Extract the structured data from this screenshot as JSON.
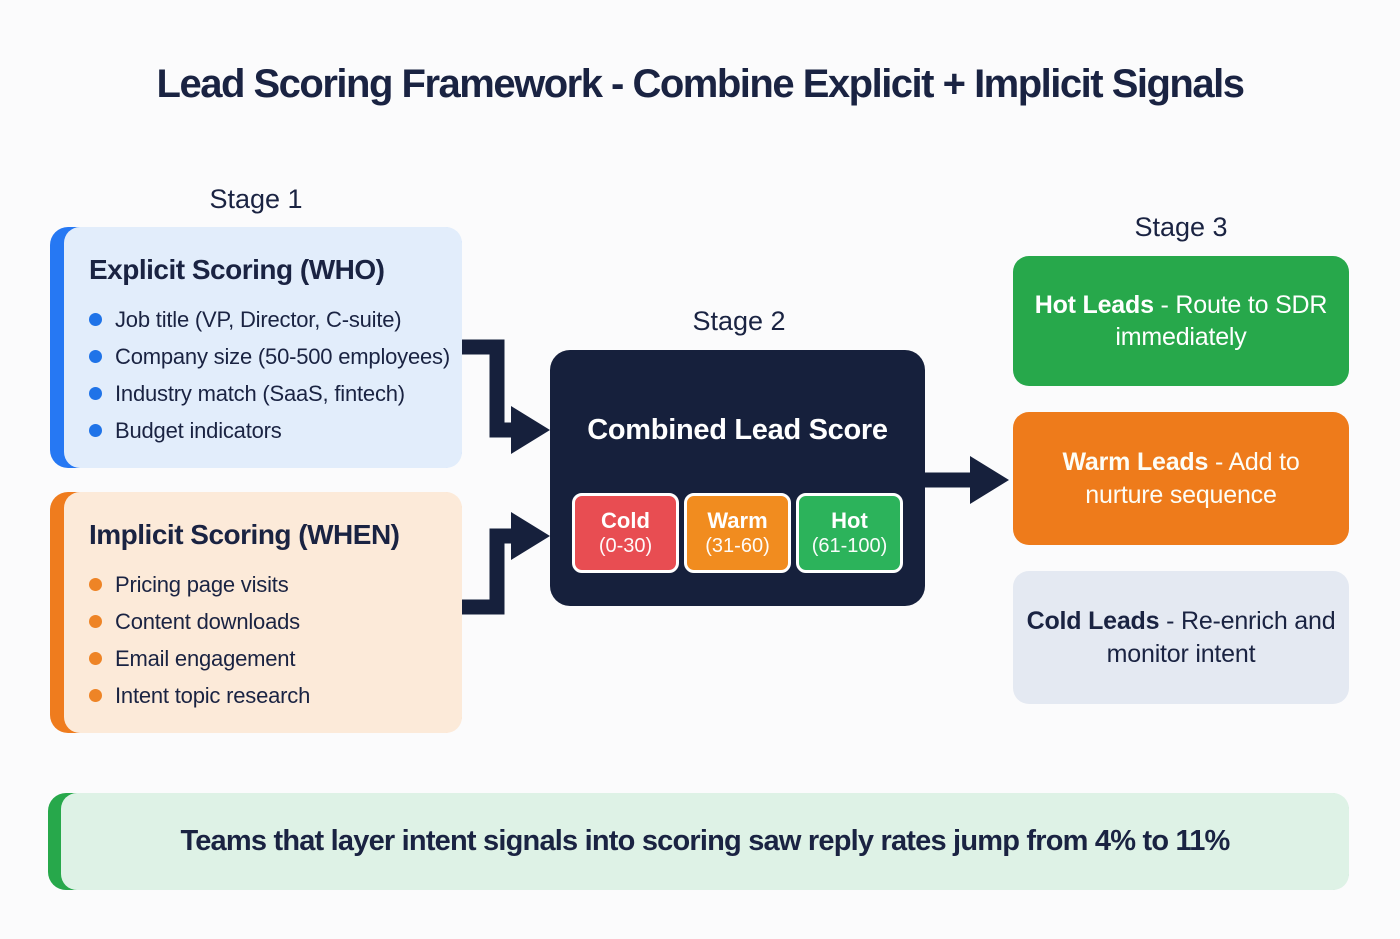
{
  "title": "Lead Scoring Framework - Combine Explicit + Implicit Signals",
  "stages": {
    "stage1": "Stage 1",
    "stage2": "Stage 2",
    "stage3": "Stage 3"
  },
  "explicit_card": {
    "title": "Explicit Scoring (WHO)",
    "items": [
      "Job title (VP, Director, C-suite)",
      "Company size (50-500 employees)",
      "Industry match (SaaS, fintech)",
      "Budget indicators"
    ]
  },
  "implicit_card": {
    "title": "Implicit Scoring (WHEN)",
    "items": [
      "Pricing page visits",
      "Content downloads",
      "Email engagement",
      "Intent topic research"
    ]
  },
  "combined_card": {
    "title": "Combined Lead Score",
    "bands": [
      {
        "label": "Cold",
        "range": "(0-30)"
      },
      {
        "label": "Warm",
        "range": "(31-60)"
      },
      {
        "label": "Hot",
        "range": "(61-100)"
      }
    ]
  },
  "outcomes": [
    {
      "bold": "Hot Leads",
      "rest": " - Route to SDR immediately"
    },
    {
      "bold": "Warm Leads",
      "rest": " - Add to nurture sequence"
    },
    {
      "bold": "Cold Leads",
      "rest": " - Re-enrich and monitor intent"
    }
  ],
  "footer": {
    "text": "Teams that layer intent signals into scoring saw reply rates jump from 4% to 11%"
  },
  "colors": {
    "ink": "#1a2342",
    "navy": "#16203c",
    "page-bg": "#fbfbfc",
    "blue-accent": "#2678f3",
    "blue-bg": "#e2edfb",
    "blue-dot": "#1f73e8",
    "orange-accent": "#ef7c1e",
    "peach-bg": "#fcead9",
    "orange-dot": "#ee8426",
    "band-red": "#e84d52",
    "band-orange": "#f18c1f",
    "band-green": "#2cb35b",
    "green-box": "#27a84b",
    "warm-box": "#ee7b1b",
    "cold-box": "#e4e9f2",
    "footer-bg": "#def2e6",
    "footer-accent": "#27a84b"
  }
}
